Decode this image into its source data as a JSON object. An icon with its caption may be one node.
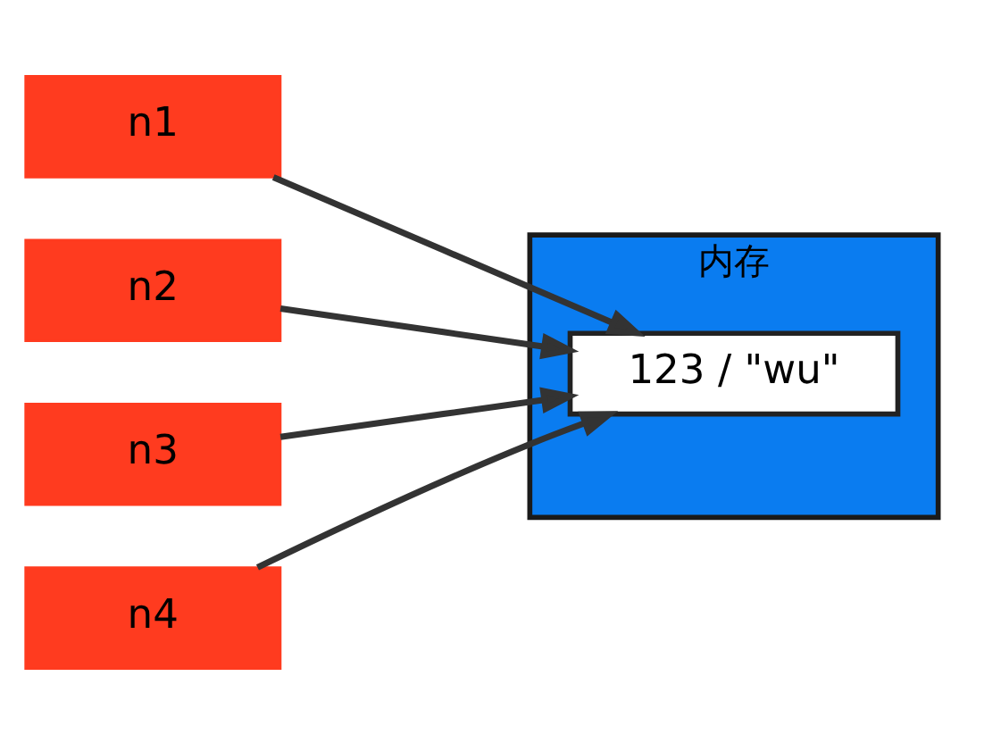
{
  "diagram": {
    "nodes": [
      {
        "text": [
          "n1"
        ]
      },
      {
        "text": [
          "n2"
        ]
      },
      {
        "text": [
          "n3"
        ]
      },
      {
        "text": [
          "n4"
        ]
      },
      {
        "text": [
          "内存"
        ]
      },
      {
        "text": [
          "123 / \"wu\""
        ],
        "in": 4
      }
    ],
    "edges": [
      {
        "from": 0,
        "to": 5,
        "arrow": "to"
      },
      {
        "from": 1,
        "to": 5,
        "arrow": "to"
      },
      {
        "from": 2,
        "to": 5,
        "arrow": "to"
      },
      {
        "from": 3,
        "to": 5,
        "arrow": "to"
      }
    ]
  }
}
